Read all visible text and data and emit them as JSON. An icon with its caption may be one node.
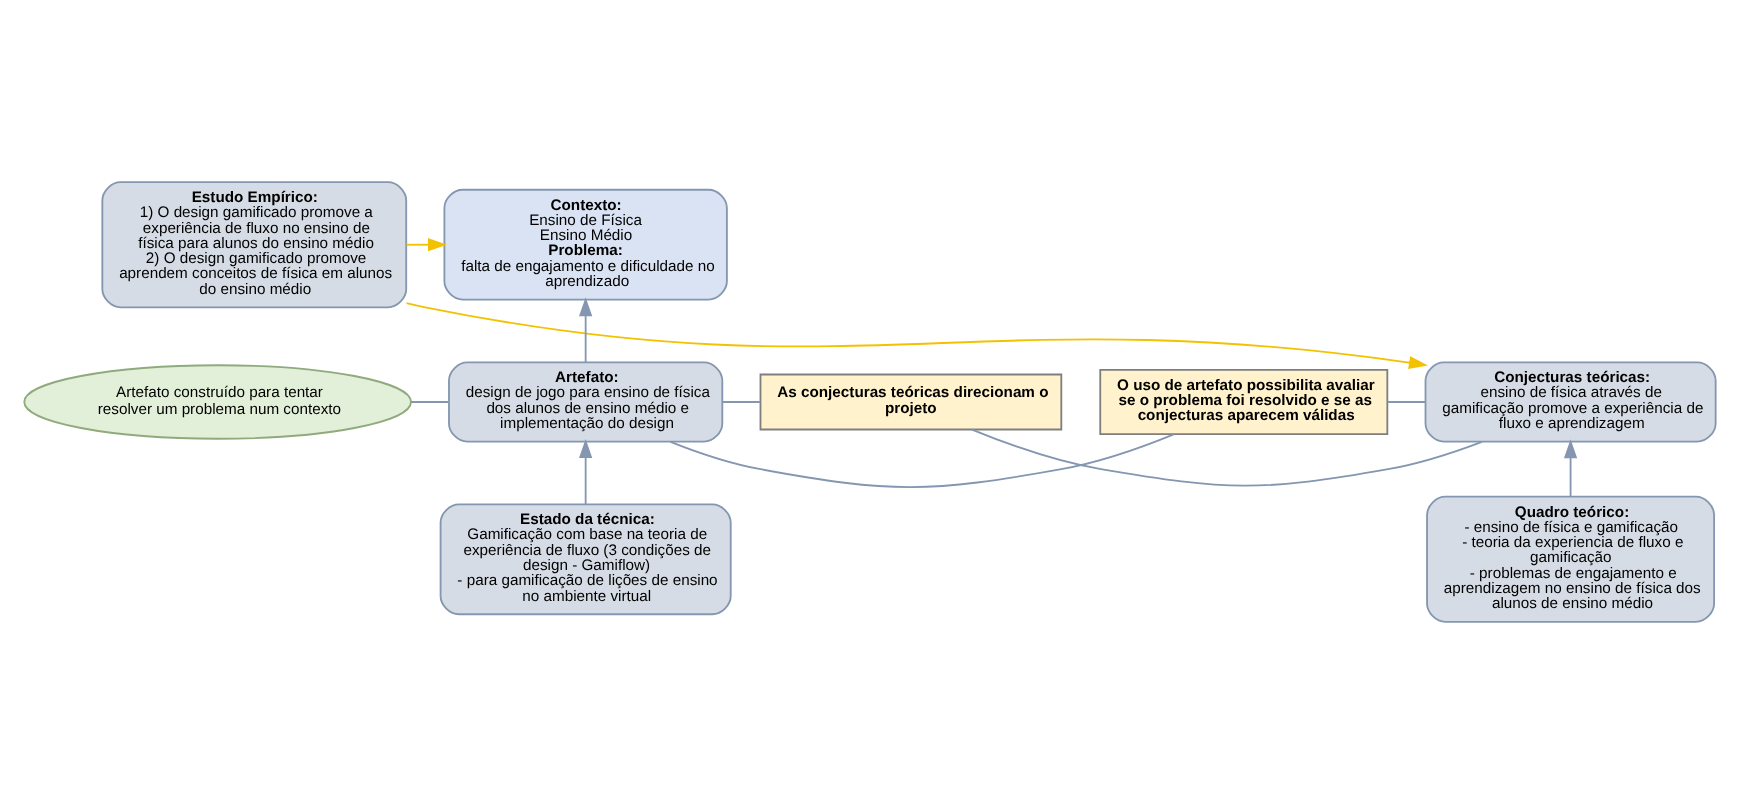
{
  "diagram": {
    "nodes": [
      {
        "text": [
          "Contexto:",
          "Ensino de Física",
          "Ensino Médio",
          "Problema:",
          "falta de engajamento e dificuldade no aprendizado"
        ]
      },
      {
        "text": [
          "Estudo Empírico:",
          "1) O design gamificado promove a experiência de fluxo no ensino de física para alunos do ensino médio",
          "2) O design gamificado promove aprendem conceitos de física em alunos do ensino médio"
        ]
      },
      {
        "text": [
          "Artefato construído para tentar resolver um problema num contexto"
        ]
      },
      {
        "text": [
          "Artefato:",
          "design de jogo para ensino de física dos alunos de ensino médio e implementação do design"
        ]
      },
      {
        "text": [
          "O uso de artefato possibilita avaliar se o problema foi resolvido e se as conjecturas aparecem válidas"
        ]
      },
      {
        "text": [
          "Conjecturas teóricas:",
          "ensino de física através de gamificação promove a experiência de fluxo e aprendizagem"
        ]
      },
      {
        "text": [
          "As conjecturas teóricas direcionam o projeto"
        ]
      },
      {
        "text": [
          "Estado da técnica:",
          "Gamificação com base na teoria de experiência de fluxo (3 condições de design - Gamiflow)",
          "- para gamificação de lições de ensino no ambiente virtual"
        ]
      },
      {
        "text": [
          "Quadro teórico:",
          "- ensino de física e gamificação",
          "- teoria da experiencia de fluxo e gamificação",
          "- problemas de engajamento e aprendizagem no ensino de física dos alunos de ensino médio"
        ]
      }
    ],
    "edges": [
      {
        "from": 1,
        "to": 0,
        "arrow": "to",
        "color": "#f2c200"
      },
      {
        "from": 1,
        "to": 5,
        "arrow": "to",
        "color": "#f2c200"
      },
      {
        "from": 3,
        "to": 0,
        "arrow": "to"
      },
      {
        "from": 2,
        "to": 3,
        "arrow": "none"
      },
      {
        "from": 7,
        "to": 3,
        "arrow": "to"
      },
      {
        "from": 8,
        "to": 5,
        "arrow": "to"
      },
      {
        "from": 3,
        "to": 4,
        "arrow": "none"
      },
      {
        "from": 4,
        "to": 5,
        "arrow": "none"
      },
      {
        "from": 3,
        "to": 6,
        "arrow": "none"
      },
      {
        "from": 6,
        "to": 5,
        "arrow": "none"
      }
    ]
  }
}
